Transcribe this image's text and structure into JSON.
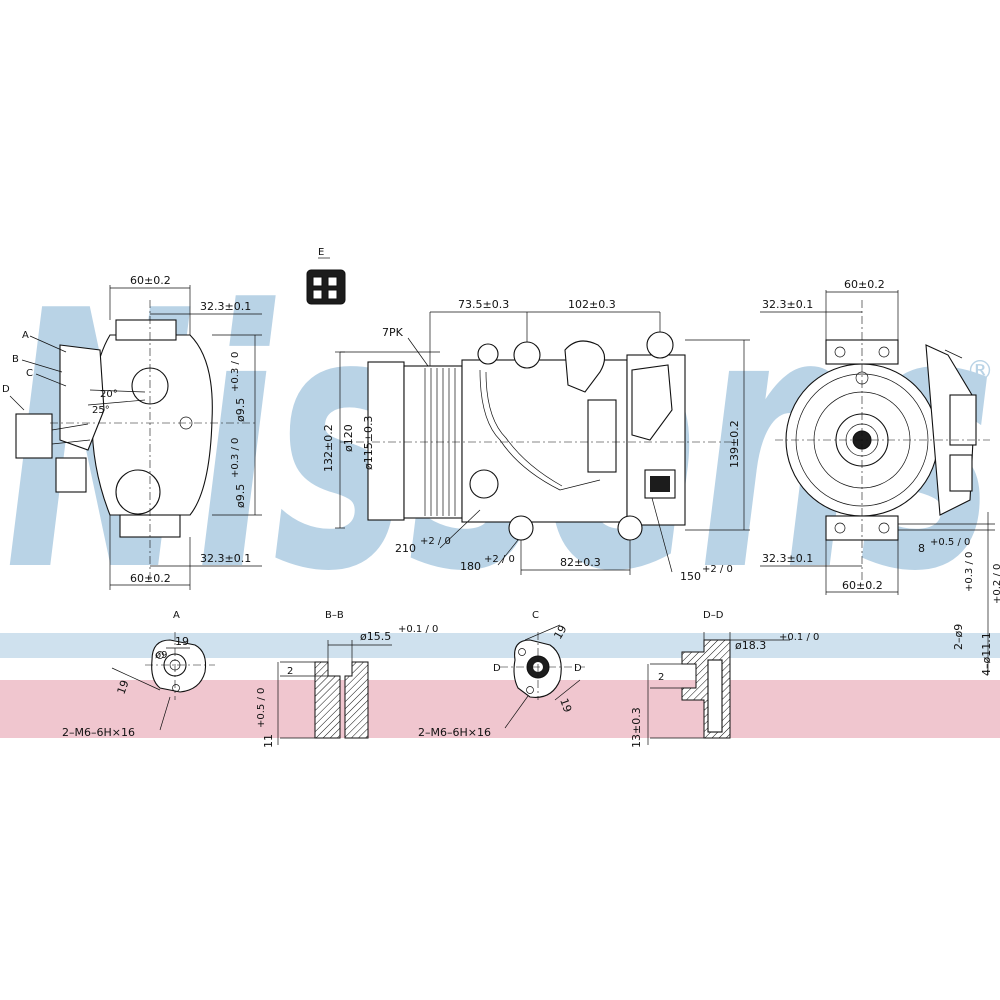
{
  "watermark": {
    "text": "Nissens",
    "mark": "®",
    "color": "#b9d3e6",
    "band_blue": "#cfe1ee",
    "band_pink": "#f0c6cf"
  },
  "left_view": {
    "dims": {
      "width_top": "60±0.2",
      "offset_top": "32.3±0.1",
      "width_bottom": "60±0.2",
      "offset_bottom": "32.3±0.1",
      "bore_upper": "ø9.5",
      "bore_upper_tol": "+0.3 / 0",
      "bore_lower": "ø9.5",
      "bore_lower_tol": "+0.3 / 0",
      "angle_a": "20°",
      "angle_b": "25°"
    },
    "markers": {
      "a": "A",
      "b": "B",
      "c": "C",
      "d": "D"
    }
  },
  "connector_marker": "E",
  "center_view": {
    "dims": {
      "dim_a": "73.5±0.3",
      "dim_b": "102±0.3",
      "pulley": "7PK",
      "height_left": "132±0.2",
      "dia_outer": "ø120",
      "dia_inner": "ø115±0.3",
      "height_right": "139±0.2",
      "angle_210": "210",
      "angle_210_tol": "+2 / 0",
      "angle_180": "180",
      "angle_180_tol": "+2 / 0",
      "dim_bottom": "82±0.3",
      "angle_150": "150",
      "angle_150_tol": "+2 / 0"
    }
  },
  "right_view": {
    "dims": {
      "width_top": "60±0.2",
      "offset_top": "32.3±0.1",
      "offset_bottom": "32.3±0.1",
      "width_bottom": "60±0.2",
      "side_a": "8",
      "side_a_tol": "+0.5 / 0",
      "hole_a": "2–ø9",
      "hole_a_tol": "+0.3 / 0",
      "hole_b": "4–ø11.1",
      "hole_b_tol": "+0.2 / 0"
    }
  },
  "details": {
    "a": {
      "title": "A",
      "dim_width": "19",
      "dim_thread": "2–M6–6H×16",
      "dim_dia": "ø9",
      "dim_side": "19"
    },
    "bb": {
      "title": "B–B",
      "dim_dia": "ø15.5",
      "dim_dia_tol": "+0.1 / 0",
      "dim_step": "2",
      "dim_height": "11",
      "dim_height_tol": "+0.5 / 0"
    },
    "c": {
      "title": "C",
      "dim_width": "19",
      "dim_thread": "2–M6–6H×16",
      "dim_side": "19",
      "marker": "D"
    },
    "dd": {
      "title": "D–D",
      "dim_dia": "ø18.3",
      "dim_dia_tol": "+0.1 / 0",
      "dim_step": "2",
      "dim_height": "13±0.3"
    }
  }
}
